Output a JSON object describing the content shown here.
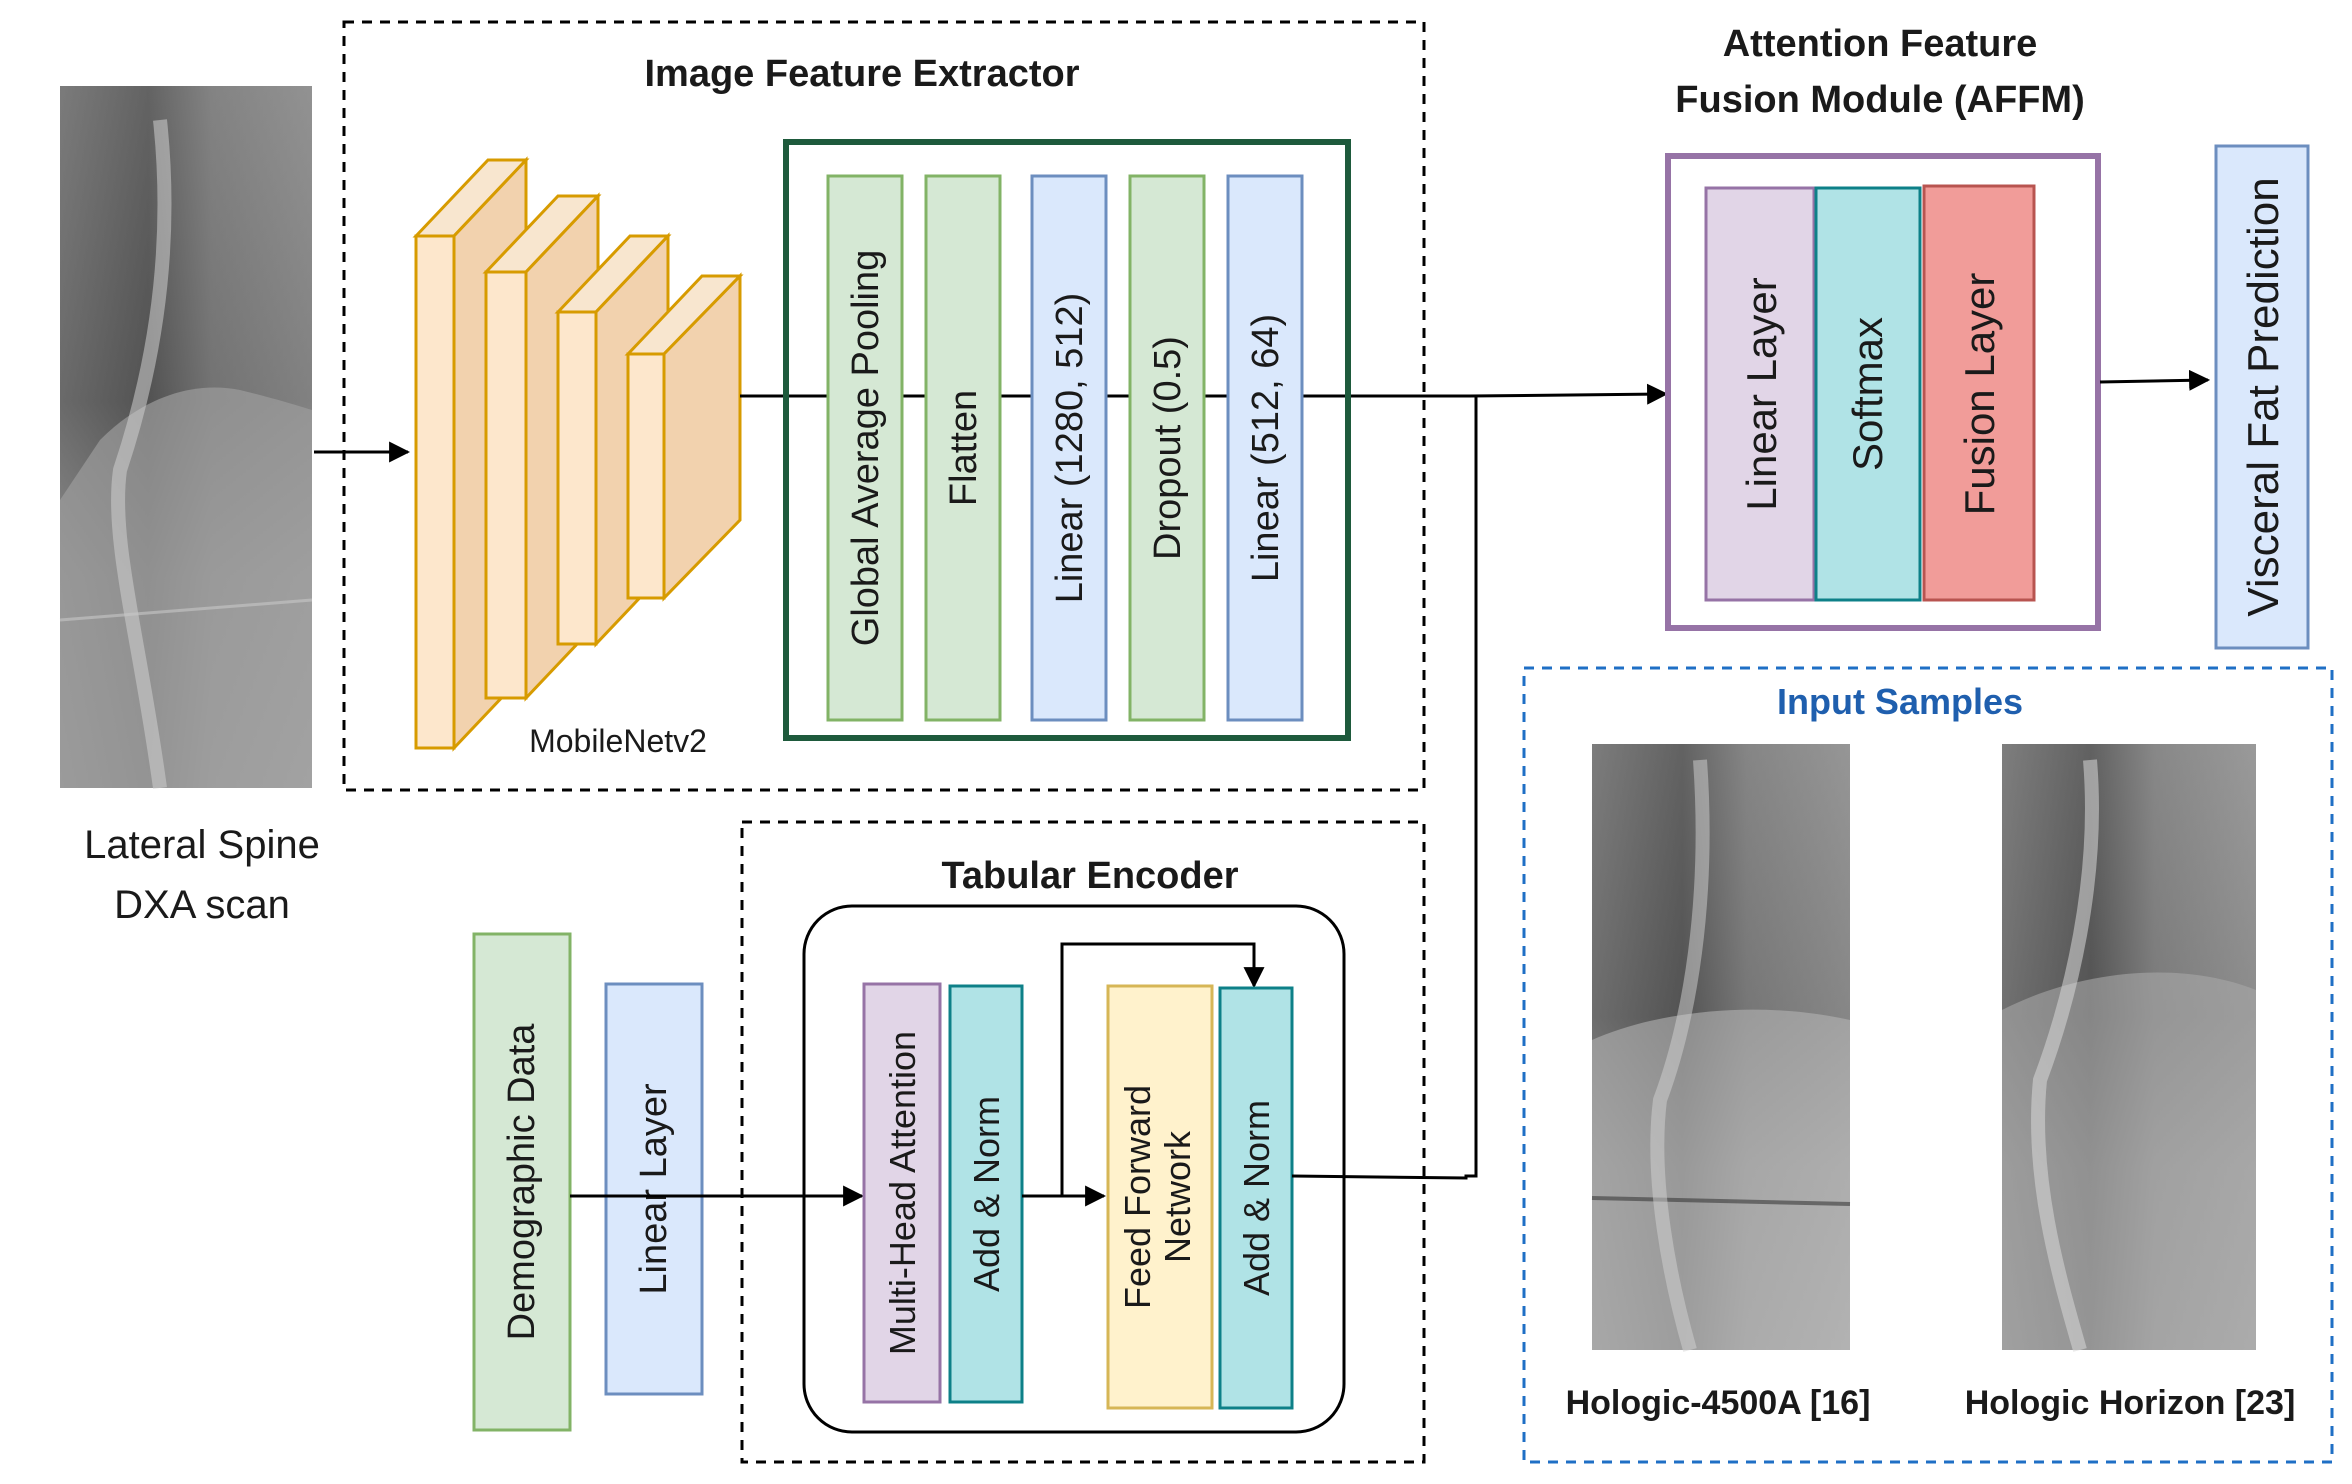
{
  "titles": {
    "image_extractor": "Image Feature Extractor",
    "affm_line1": "Attention Feature",
    "affm_line2": "Fusion Module (AFFM)",
    "tabular_encoder": "Tabular Encoder",
    "input_samples": "Input Samples"
  },
  "input_image": {
    "caption_line1": "Lateral Spine",
    "caption_line2": "DXA scan"
  },
  "backbone": {
    "label": "MobileNetv2"
  },
  "extractor_layers": [
    {
      "label": "Global Average Pooling",
      "kind": "green"
    },
    {
      "label": "Flatten",
      "kind": "green"
    },
    {
      "label": "Linear (1280, 512)",
      "kind": "blue"
    },
    {
      "label": "Dropout (0.5)",
      "kind": "green"
    },
    {
      "label": "Linear (512, 64)",
      "kind": "blue"
    }
  ],
  "affm_layers": [
    {
      "label": "Linear Layer",
      "kind": "purple"
    },
    {
      "label": "Softmax",
      "kind": "teal"
    },
    {
      "label": "Fusion Layer",
      "kind": "red"
    }
  ],
  "output": {
    "label": "Visceral Fat Prediction"
  },
  "tabular": {
    "demographic": "Demographic Data",
    "linear": "Linear Layer",
    "mha": "Multi-Head Attention",
    "add_norm_1": "Add & Norm",
    "ffn_line1": "Feed Forward",
    "ffn_line2": "Network",
    "add_norm_2": "Add & Norm"
  },
  "samples": [
    {
      "caption": "Hologic-4500A [16]"
    },
    {
      "caption": "Hologic Horizon [23]"
    }
  ],
  "colors": {
    "green_fill": "#d5e8d4",
    "green_stroke": "#82b366",
    "blue_fill": "#dae8fc",
    "blue_stroke": "#6c8ebf",
    "purple_fill": "#e1d5e7",
    "purple_stroke": "#9673a6",
    "teal_fill": "#b0e3e6",
    "teal_stroke": "#0e8088",
    "red_fill": "#f19c99",
    "red_stroke": "#b85450",
    "yellow_fill": "#fff2cc",
    "yellow_stroke": "#d6b656",
    "block_fill": "#f5d9b8",
    "block_stroke": "#d79b00",
    "extractor_border": "#1e5a3c",
    "affm_border": "#9673a6",
    "samples_border": "#1f6fc5"
  }
}
